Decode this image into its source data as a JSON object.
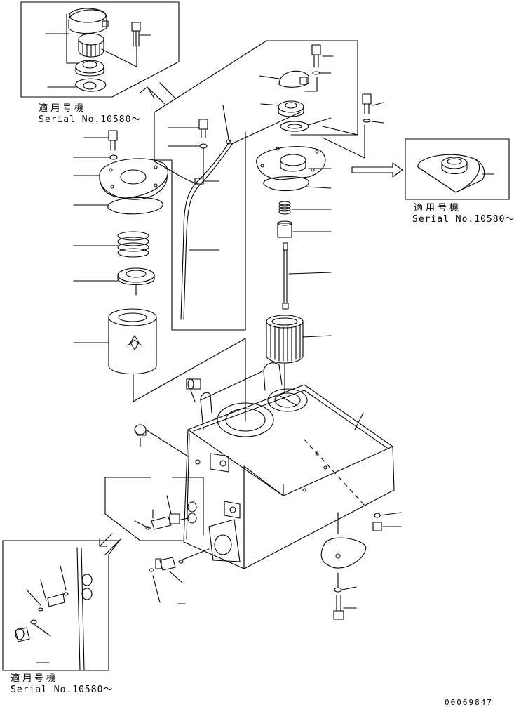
{
  "notes": {
    "top_left": {
      "jp": "適用号機",
      "serial": "Serial No.10580～"
    },
    "right": {
      "jp": "適用号機",
      "serial": "Serial No.10580～"
    },
    "bottom_left": {
      "jp": "適用号機",
      "serial": "Serial No.10580～"
    }
  },
  "drawing_code": "00069847",
  "colors": {
    "ink": "#000000",
    "paper": "#ffffff"
  }
}
